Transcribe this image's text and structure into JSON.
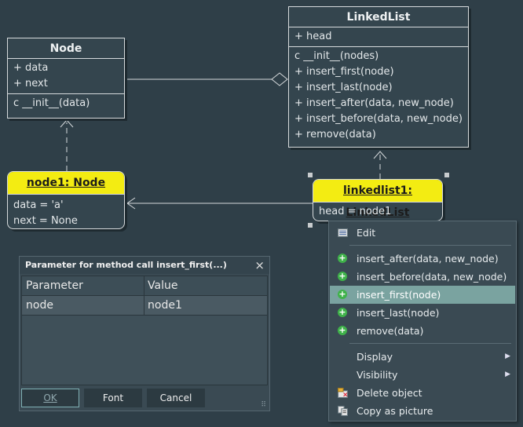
{
  "node_class": {
    "name": "Node",
    "attributes": [
      "+ data",
      "+ next"
    ],
    "methods": [
      "c  __init__(data)"
    ]
  },
  "linkedlist_class": {
    "name": "LinkedList",
    "attributes": [
      "+ head"
    ],
    "methods": [
      "c  __init__(nodes)",
      "+ insert_first(node)",
      "+ insert_last(node)",
      "+ insert_after(data, new_node)",
      "+ insert_before(data, new_node)",
      "+ remove(data)"
    ]
  },
  "node1_object": {
    "title": "node1: Node",
    "fields": [
      "data = 'a'",
      "next = None"
    ]
  },
  "linkedlist1_object": {
    "title": "linkedlist1: LinkedList",
    "fields": [
      "head = node1"
    ]
  },
  "dialog": {
    "title": "Parameter for method call insert_first(...)",
    "close_icon": "×",
    "columns": [
      "Parameter",
      "Value"
    ],
    "rows": [
      {
        "parameter": "node",
        "value": "node1"
      }
    ],
    "buttons": {
      "ok": "OK",
      "font": "Font",
      "cancel": "Cancel"
    },
    "grip_icon": "⠿"
  },
  "context_menu": {
    "items": [
      {
        "label": "Edit",
        "icon": "edit-icon"
      },
      {
        "label": "insert_after(data, new_node)",
        "icon": "plus-icon"
      },
      {
        "label": "insert_before(data, new_node)",
        "icon": "plus-icon"
      },
      {
        "label": "insert_first(node)",
        "icon": "plus-icon",
        "highlighted": true
      },
      {
        "label": "insert_last(node)",
        "icon": "plus-icon"
      },
      {
        "label": "remove(data)",
        "icon": "plus-icon"
      },
      {
        "label": "Display",
        "submenu": true
      },
      {
        "label": "Visibility",
        "submenu": true
      },
      {
        "label": "Delete object",
        "icon": "delete-icon"
      },
      {
        "label": "Copy as picture",
        "icon": "copy-icon"
      }
    ],
    "highlight_color": "#7aa3a0",
    "submenu_arrow": "▶"
  },
  "colors": {
    "background": "#2f3f48",
    "object_header": "#f3ec12",
    "method_icon": "#3fb24a"
  }
}
